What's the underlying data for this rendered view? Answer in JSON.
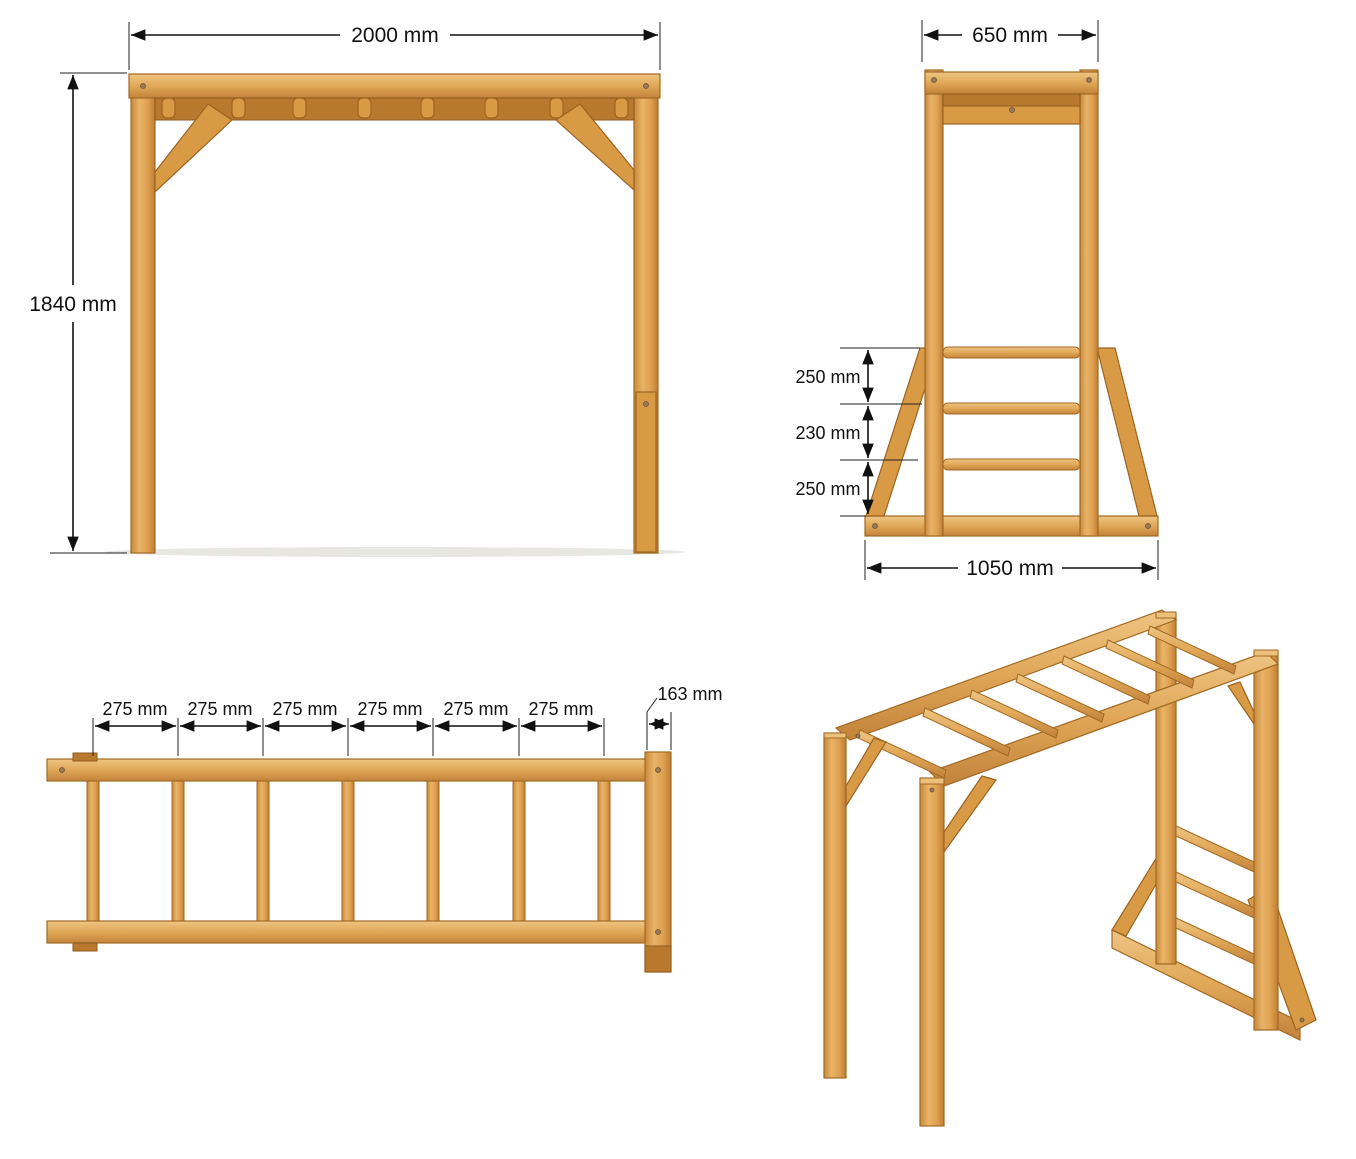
{
  "front_view": {
    "width_label": "2000 mm",
    "height_label": "1840 mm"
  },
  "side_view": {
    "top_width_label": "650 mm",
    "base_width_label": "1050 mm",
    "rung_spacing_labels": [
      "250 mm",
      "230 mm",
      "250 mm"
    ]
  },
  "top_view": {
    "rung_spacing_labels": [
      "275 mm",
      "275 mm",
      "275 mm",
      "275 mm",
      "275 mm",
      "275 mm"
    ],
    "end_offset_label": "163 mm"
  },
  "colors": {
    "wood_light": "#ecc07a",
    "wood_mid": "#dfa655",
    "wood_dark": "#b8782e",
    "dimension_line": "#111111"
  }
}
